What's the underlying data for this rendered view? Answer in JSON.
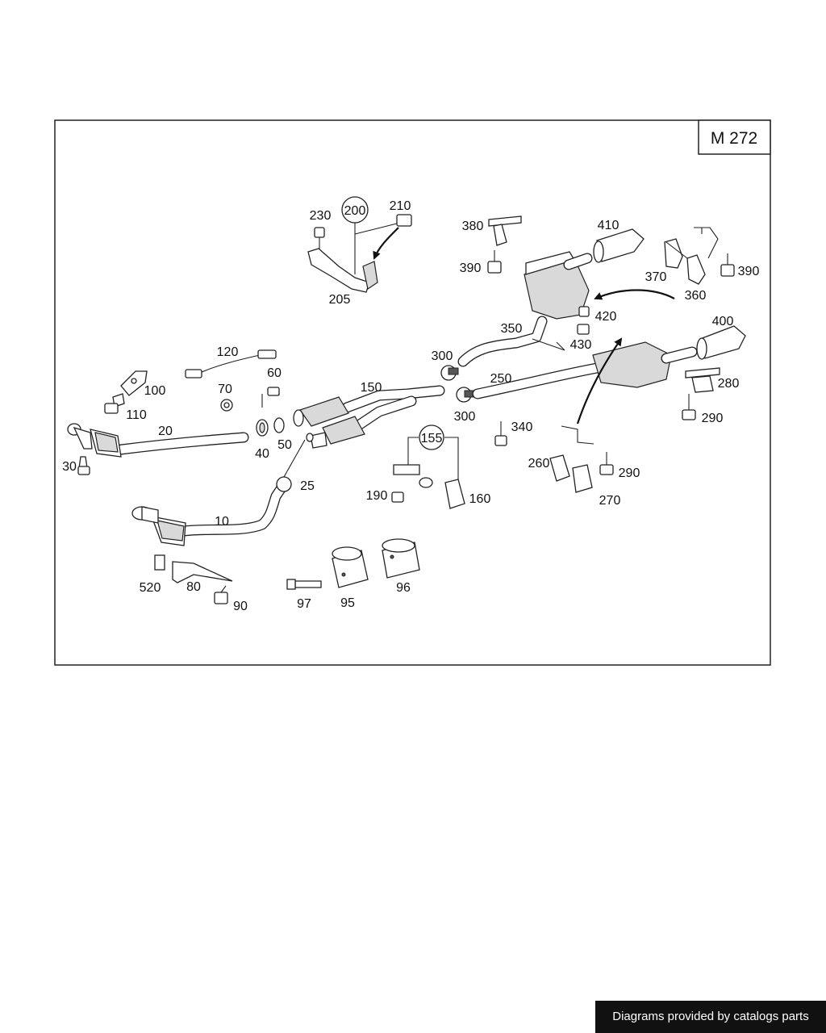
{
  "model_code": "M 272",
  "credit": "Diagrams provided by catalogs parts",
  "callouts": {
    "c10": "10",
    "c20": "20",
    "c25": "25",
    "c30": "30",
    "c40": "40",
    "c50": "50",
    "c60": "60",
    "c70": "70",
    "c80": "80",
    "c90": "90",
    "c95": "95",
    "c96": "96",
    "c97": "97",
    "c100": "100",
    "c110": "110",
    "c120": "120",
    "c150": "150",
    "c155": "155",
    "c160": "160",
    "c190": "190",
    "c200": "200",
    "c205": "205",
    "c210": "210",
    "c230": "230",
    "c250": "250",
    "c260": "260",
    "c270": "270",
    "c280": "280",
    "c290a": "290",
    "c290b": "290",
    "c300a": "300",
    "c300b": "300",
    "c340": "340",
    "c350": "350",
    "c360": "360",
    "c370": "370",
    "c380": "380",
    "c390a": "390",
    "c390b": "390",
    "c400": "400",
    "c410": "410",
    "c420": "420",
    "c430": "430",
    "c520": "520"
  }
}
